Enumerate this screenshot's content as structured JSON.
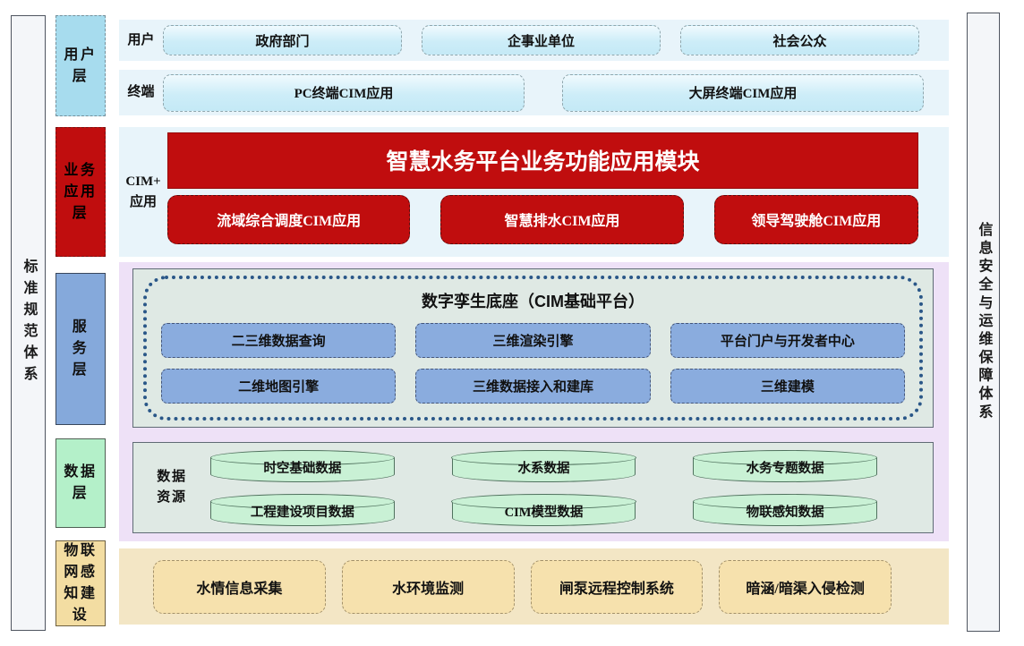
{
  "left_bar": {
    "label": "标准规范体系"
  },
  "right_bar": {
    "label": "信息安全与运维保障体系"
  },
  "user_layer": {
    "label": "用户层",
    "rows": [
      {
        "label": "用户",
        "boxes": [
          "政府部门",
          "企事业单位",
          "社会公众"
        ]
      },
      {
        "label": "终端",
        "boxes": [
          "PC终端CIM应用",
          "大屏终端CIM应用"
        ]
      }
    ]
  },
  "business_layer": {
    "label": "业务应用层",
    "row_label": "CIM+应用",
    "main_module": "智慧水务平台业务功能应用模块",
    "apps": [
      "流域综合调度CIM应用",
      "智慧排水CIM应用",
      "领导驾驶舱CIM应用"
    ]
  },
  "service_layer": {
    "label": "服务层",
    "platform_title": "数字孪生底座（CIM基础平台）",
    "capabilities": [
      [
        "二三维数据查询",
        "三维渲染引擎",
        "平台门户与开发者中心"
      ],
      [
        "二维地图引擎",
        "三维数据接入和建库",
        "三维建模"
      ]
    ]
  },
  "data_layer": {
    "label": "数据层",
    "row_label": "数据资源",
    "databases": [
      [
        "时空基础数据",
        "水系数据",
        "水务专题数据"
      ],
      [
        "工程建设项目数据",
        "CIM模型数据",
        "物联感知数据"
      ]
    ]
  },
  "iot_layer": {
    "label": "物联网感知建设",
    "boxes": [
      "水情信息采集",
      "水环境监测",
      "闸泵远程控制系统",
      "暗涵/暗渠入侵检测"
    ]
  },
  "colors": {
    "strip_light_blue": "#e8f4fa",
    "strip_lavender": "#eee1f7",
    "strip_tan": "#f3e6c5",
    "user_label_blue": "#a7dcee",
    "light_blue_box": "#cdedf8",
    "red": "#c00d0e",
    "service_blue": "#8aacde",
    "container_gray_green": "#dfe9e4",
    "data_green": "#b4f0c9",
    "cylinder_green": "#c9f1d5",
    "iot_tan": "#f6e1ad",
    "dotted_border_navy": "#2a5788",
    "sidebar_gray": "#f4f6f9"
  }
}
